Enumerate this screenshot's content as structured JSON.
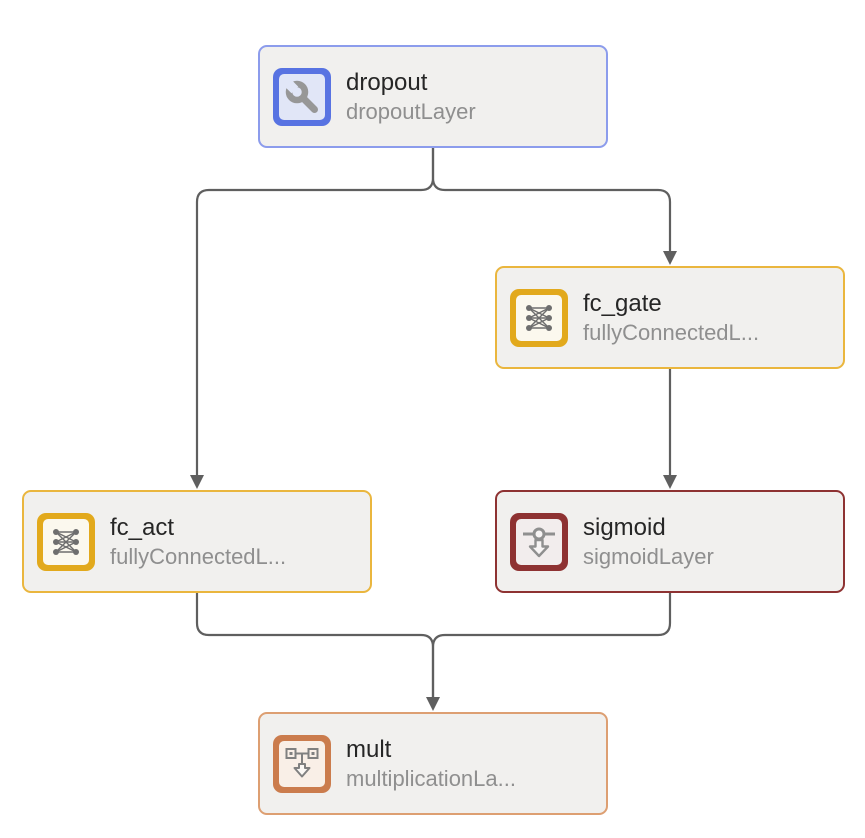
{
  "diagram": {
    "type": "layer-graph",
    "canvas_background": "#ffffff",
    "node_background": "#f1f0ee",
    "edge_color": "#5f5f5f",
    "nodes": [
      {
        "id": "dropout",
        "title": "dropout",
        "subtitle": "dropoutLayer",
        "layer_type": "dropoutLayer",
        "border_color": "#8c9cec",
        "icon_color": "#5873e2",
        "icon_inner": "#e1e6f7",
        "icon": "wrench-icon"
      },
      {
        "id": "fc_gate",
        "title": "fc_gate",
        "subtitle": "fullyConnectedL...",
        "layer_type": "fullyConnectedLayer",
        "border_color": "#eab63e",
        "icon_color": "#e2a91c",
        "icon_inner": "#fbf8ee",
        "icon": "fully-connected-icon"
      },
      {
        "id": "fc_act",
        "title": "fc_act",
        "subtitle": "fullyConnectedL...",
        "layer_type": "fullyConnectedLayer",
        "border_color": "#eab63e",
        "icon_color": "#e2a91c",
        "icon_inner": "#fbf8ee",
        "icon": "fully-connected-icon"
      },
      {
        "id": "sigmoid",
        "title": "sigmoid",
        "subtitle": "sigmoidLayer",
        "layer_type": "sigmoidLayer",
        "border_color": "#8e3232",
        "icon_color": "#8e3232",
        "icon_inner": "#f2eded",
        "icon": "sigmoid-icon"
      },
      {
        "id": "mult",
        "title": "mult",
        "subtitle": "multiplicationLa...",
        "layer_type": "multiplicationLayer",
        "border_color": "#dd9f72",
        "icon_color": "#cb7c4d",
        "icon_inner": "#f9efe7",
        "icon": "multiplication-icon"
      }
    ],
    "edges": [
      {
        "from": "dropout",
        "to": "fc_act"
      },
      {
        "from": "dropout",
        "to": "fc_gate"
      },
      {
        "from": "fc_gate",
        "to": "sigmoid"
      },
      {
        "from": "fc_act",
        "to": "mult"
      },
      {
        "from": "sigmoid",
        "to": "mult"
      }
    ]
  }
}
